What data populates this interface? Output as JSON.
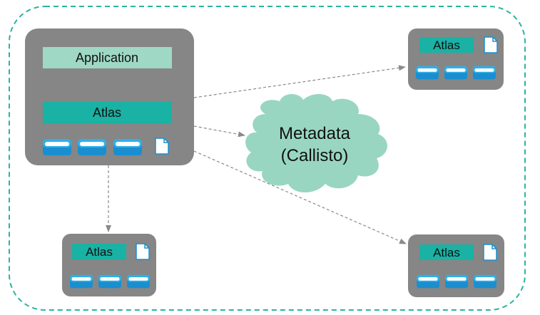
{
  "diagram": {
    "main_node": {
      "app_label": "Application",
      "atlas_label": "Atlas"
    },
    "metadata": {
      "line1": "Metadata",
      "line2": "(Callisto)"
    },
    "nodes": [
      {
        "atlas_label": "Atlas"
      },
      {
        "atlas_label": "Atlas"
      },
      {
        "atlas_label": "Atlas"
      }
    ]
  },
  "colors": {
    "boundary": "#2bb3a3",
    "node_fill": "#868686",
    "app_bar": "#9fd8c4",
    "atlas_bar": "#19b2a4",
    "cloud": "#99d6c1",
    "disk_top": "#2eb0ea",
    "disk_side": "#1a8fd0",
    "arrow": "#8a8a8a"
  },
  "icons": [
    "database-disk-icon",
    "document-icon",
    "cloud-shape"
  ]
}
